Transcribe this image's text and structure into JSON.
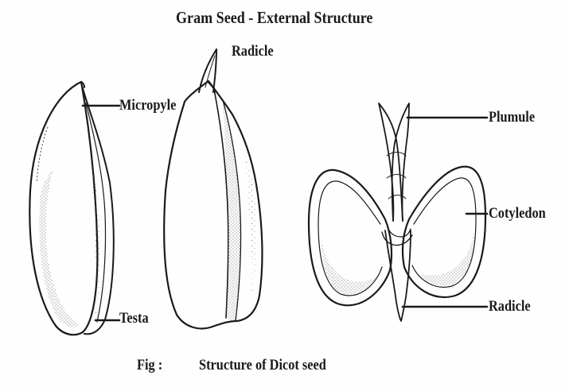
{
  "title": "Gram Seed - External Structure",
  "labels": {
    "radicle_top": "Radicle",
    "micropyle": "Micropyle",
    "testa": "Testa",
    "plumule": "Plumule",
    "cotyledon": "Cotyledon",
    "radicle_bottom": "Radicle"
  },
  "caption": {
    "prefix": "Fig :",
    "text": "Structure of Dicot seed"
  },
  "colors": {
    "ink": "#1a1a1a",
    "background": "#fefefe"
  }
}
